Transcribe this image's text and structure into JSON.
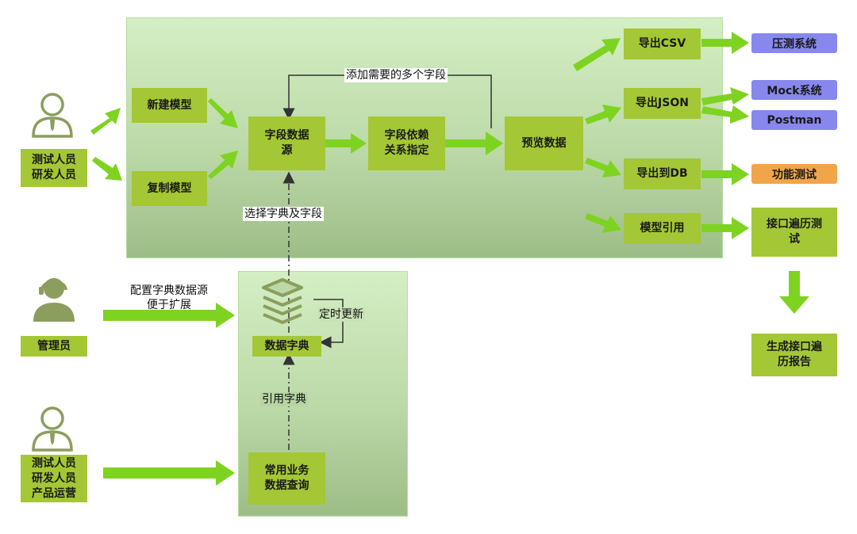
{
  "nodes": {
    "tester_dev_top": "测试人员\n研发人员",
    "create_model": "新建模型",
    "copy_model": "复制模型",
    "field_source": "字段数据\n源",
    "field_dependency": "字段依赖\n关系指定",
    "preview_data": "预览数据",
    "export_csv": "导出CSV",
    "export_json": "导出JSON",
    "export_db": "导出到DB",
    "model_ref": "模型引用",
    "pressure_system": "压测系统",
    "mock_system": "Mock系统",
    "postman": "Postman",
    "func_test": "功能测试",
    "api_traverse_test": "接口遍历测\n试",
    "gen_report": "生成接口遍\n历报告",
    "admin": "管理员",
    "data_dict": "数据字典",
    "tester_dev_ops": "测试人员\n研发人员\n产品运营",
    "common_query": "常用业务\n数据查询"
  },
  "labels": {
    "add_fields": "添加需要的多个字段",
    "select_dict": "选择字典及字段",
    "config_dict": "配置字典数据源\n便于扩展",
    "timed_update": "定时更新",
    "ref_dict": "引用字典"
  },
  "colors": {
    "green_box": "#a4c735",
    "arrow_green": "#7ed321",
    "purple_pill": "#8787ee",
    "orange_pill": "#f0a54a",
    "person_green": "#8b9e5d"
  },
  "icons": [
    "user-icon",
    "headset-user-icon",
    "layers-icon"
  ]
}
